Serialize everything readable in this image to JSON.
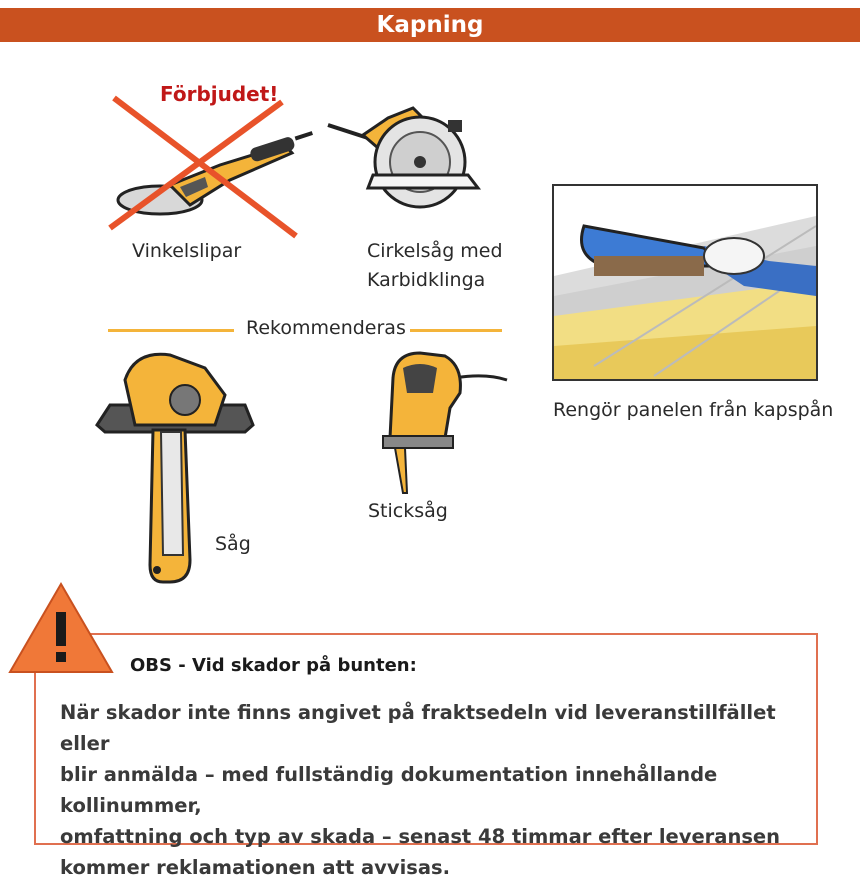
{
  "header": {
    "title": "Kapning"
  },
  "forbidden": {
    "label": "Förbjudet!",
    "tool": "Vinkelslipar"
  },
  "circular_saw": {
    "label_line1": "Cirkelsåg med",
    "label_line2": "Karbidklinga"
  },
  "recommended": {
    "label": "Rekommenderas",
    "tools": {
      "saw": "Såg",
      "jigsaw": "Sticksåg"
    }
  },
  "cleaning": {
    "caption": "Rengör panelen från kapspån"
  },
  "notice": {
    "title": "OBS - Vid skador på bunten:",
    "line1": "När skador inte finns angivet på fraktsedeln vid leveranstillfället eller",
    "line2": "blir anmälda – med fullständig dokumentation innehållande kollinummer,",
    "line3": "omfattning och typ av skada – senast 48 timmar efter leveransen",
    "line4": "kommer reklamationen att avvisas."
  },
  "colors": {
    "header_bg": "#c9511f",
    "tool_yellow": "#f4b43a",
    "forbidden_red": "#c01818",
    "cross_orange": "#e8532a",
    "warning_orange": "#f07838"
  }
}
